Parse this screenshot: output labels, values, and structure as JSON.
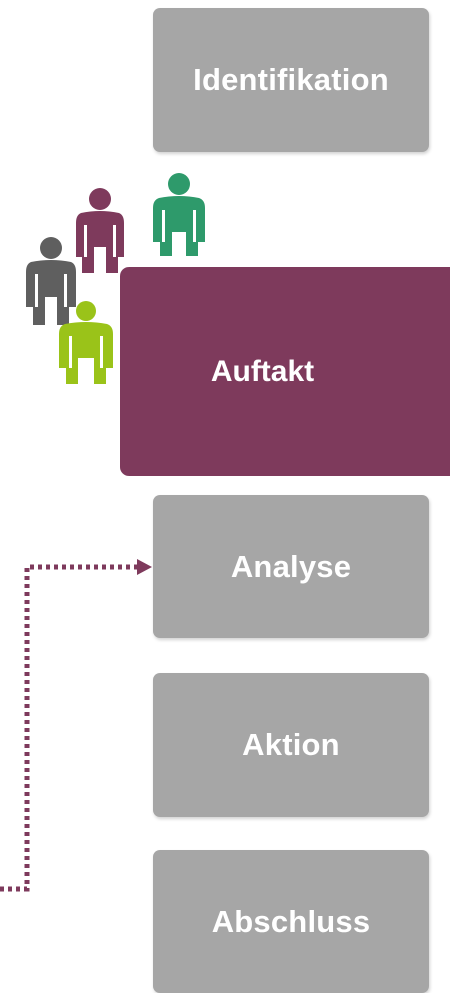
{
  "steps": {
    "identifikation": "Identifikation",
    "auftakt": "Auftakt",
    "analyse": "Analyse",
    "aktion": "Aktion",
    "abschluss": "Abschluss"
  },
  "colors": {
    "step_inactive": "#a6a6a6",
    "step_active": "#7e3a5c",
    "connector": "#7e3a5c",
    "person_green": "#2e9a6b",
    "person_purple": "#7e3a5c",
    "person_gray": "#5f5f5f",
    "person_lime": "#9ac319"
  },
  "icons": {
    "people": [
      "person-green-icon",
      "person-purple-icon",
      "person-gray-icon",
      "person-lime-icon"
    ],
    "connector": "dotted-arrow-connector"
  }
}
